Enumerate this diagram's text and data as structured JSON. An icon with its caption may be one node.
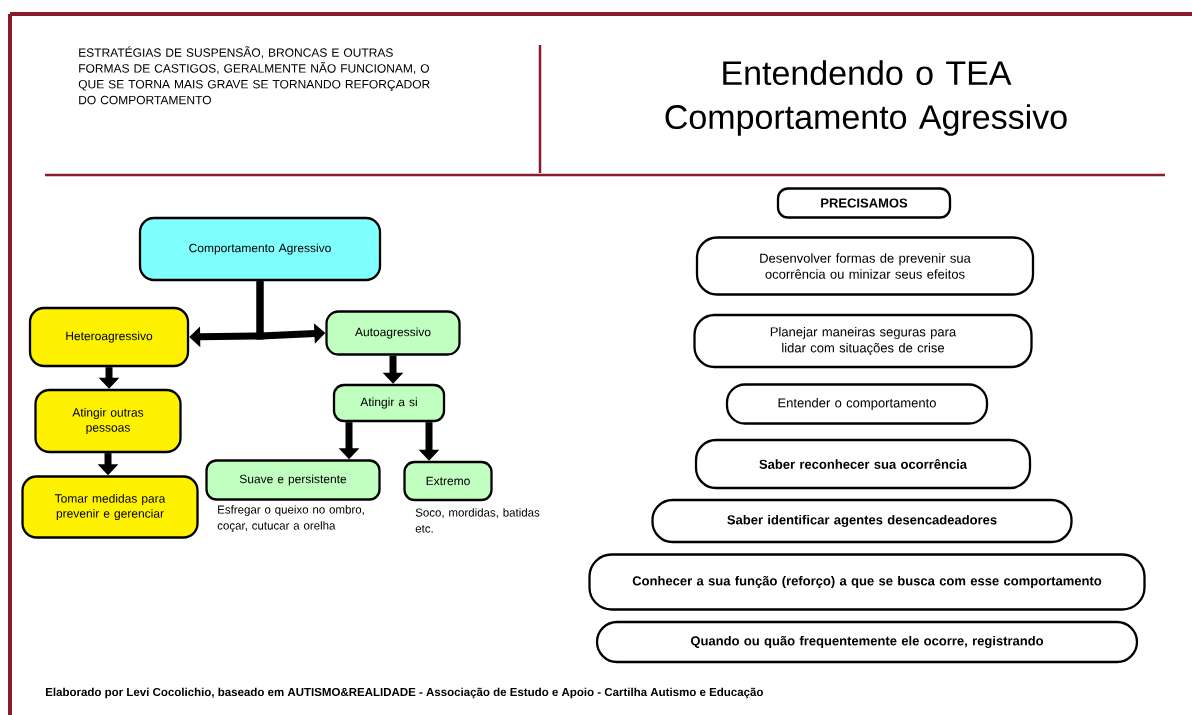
{
  "diagram": {
    "title": "Entendendo o TEA Comportamento Agressivo",
    "caption": "Elaborado por Levi Cocolichio, baseado em AUTISMO&REALIDADE - Associação de Estudo e Apoio - Cartilha Autismo e Educação",
    "nodes": [
      {
        "text": [
          "Comportamento Agressivo"
        ]
      },
      {
        "text": [
          "Heteroagressivo"
        ]
      },
      {
        "text": [
          "Autoagressivo"
        ]
      },
      {
        "text": [
          "Atingir outras pessoas"
        ]
      },
      {
        "text": [
          "Tomar medidas para prevenir e gerenciar"
        ]
      },
      {
        "text": [
          "Atingir a si"
        ]
      },
      {
        "text": [
          "Suave e persistente"
        ],
        "beside": [
          "Esfregar o queixo no ombro, coçar, cutucar a orelha"
        ]
      },
      {
        "text": [
          "Extremo"
        ],
        "beside": [
          "Soco, mordidas, batidas etc."
        ]
      },
      {
        "text": [
          "PRECISAMOS"
        ]
      },
      {
        "text": [
          "Desenvolver formas de prevenir sua ocorrência ou minizar seus efeitos"
        ]
      },
      {
        "text": [
          "Planejar maneiras seguras para lidar com situações de crise"
        ]
      },
      {
        "text": [
          "Entender o comportamento"
        ]
      },
      {
        "text": [
          "Saber reconhecer sua ocorrência"
        ]
      },
      {
        "text": [
          "Saber identificar agentes desencadeadores"
        ]
      },
      {
        "text": [
          "Conhecer a sua função (reforço) a que se busca com esse comportamento"
        ]
      },
      {
        "text": [
          "Quando ou quão frequentemente ele ocorre, registrando"
        ]
      }
    ],
    "edges": [
      {
        "from": 0,
        "to": 1,
        "arrow": "to"
      },
      {
        "from": 0,
        "to": 2,
        "arrow": "to"
      },
      {
        "from": 1,
        "to": 3,
        "arrow": "to"
      },
      {
        "from": 3,
        "to": 4,
        "arrow": "to"
      },
      {
        "from": 2,
        "to": 5,
        "arrow": "to"
      },
      {
        "from": 5,
        "to": 6,
        "arrow": "to"
      },
      {
        "from": 5,
        "to": 7,
        "arrow": "to"
      }
    ],
    "labels": [
      "ESTRATÉGIAS DE SUSPENSÃO, BRONCAS E OUTRAS FORMAS DE CASTIGOS, GERALMENTE NÃO FUNCIONAM, O QUE SE TORNA MAIS GRAVE SE TORNANDO REFORÇADOR DO COMPORTAMENTO"
    ]
  }
}
